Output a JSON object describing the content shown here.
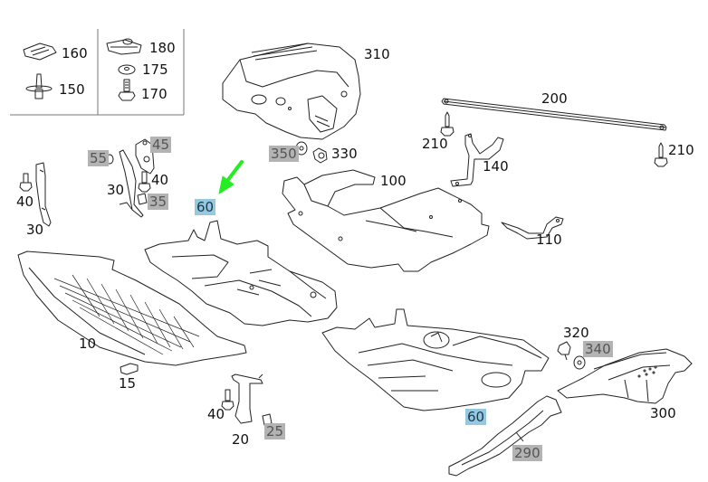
{
  "diagram": {
    "title": "Underbody panel / engine compartment lining parts diagram",
    "highlight_colors": {
      "gray": "#b3b3b3",
      "blue": "#96c8e0",
      "arrow": "#22ee22"
    },
    "legend_box": {
      "left_column": [
        {
          "part": "clip",
          "number": "160"
        },
        {
          "part": "expansion-rivet",
          "number": "150"
        }
      ],
      "right_column": [
        {
          "part": "spring-nut",
          "number": "180"
        },
        {
          "part": "washer",
          "number": "175"
        },
        {
          "part": "bolt",
          "number": "170"
        }
      ]
    },
    "labels": [
      {
        "id": "310",
        "text": "310",
        "style": "plain"
      },
      {
        "id": "350",
        "text": "350",
        "style": "gray"
      },
      {
        "id": "330",
        "text": "330",
        "style": "plain"
      },
      {
        "id": "200",
        "text": "200",
        "style": "plain"
      },
      {
        "id": "210a",
        "text": "210",
        "style": "plain"
      },
      {
        "id": "210b",
        "text": "210",
        "style": "plain"
      },
      {
        "id": "140",
        "text": "140",
        "style": "plain"
      },
      {
        "id": "100",
        "text": "100",
        "style": "plain"
      },
      {
        "id": "110",
        "text": "110",
        "style": "plain"
      },
      {
        "id": "55",
        "text": "55",
        "style": "gray"
      },
      {
        "id": "45",
        "text": "45",
        "style": "gray"
      },
      {
        "id": "40a",
        "text": "40",
        "style": "plain"
      },
      {
        "id": "30a",
        "text": "30",
        "style": "plain"
      },
      {
        "id": "35",
        "text": "35",
        "style": "gray"
      },
      {
        "id": "40b",
        "text": "40",
        "style": "plain"
      },
      {
        "id": "30b",
        "text": "30",
        "style": "plain"
      },
      {
        "id": "60a",
        "text": "60",
        "style": "blue"
      },
      {
        "id": "10",
        "text": "10",
        "style": "plain"
      },
      {
        "id": "15",
        "text": "15",
        "style": "plain"
      },
      {
        "id": "40c",
        "text": "40",
        "style": "plain"
      },
      {
        "id": "20",
        "text": "20",
        "style": "plain"
      },
      {
        "id": "25",
        "text": "25",
        "style": "gray"
      },
      {
        "id": "60b",
        "text": "60",
        "style": "blue"
      },
      {
        "id": "320",
        "text": "320",
        "style": "plain"
      },
      {
        "id": "340",
        "text": "340",
        "style": "gray"
      },
      {
        "id": "300",
        "text": "300",
        "style": "plain"
      },
      {
        "id": "290",
        "text": "290",
        "style": "gray"
      }
    ]
  }
}
